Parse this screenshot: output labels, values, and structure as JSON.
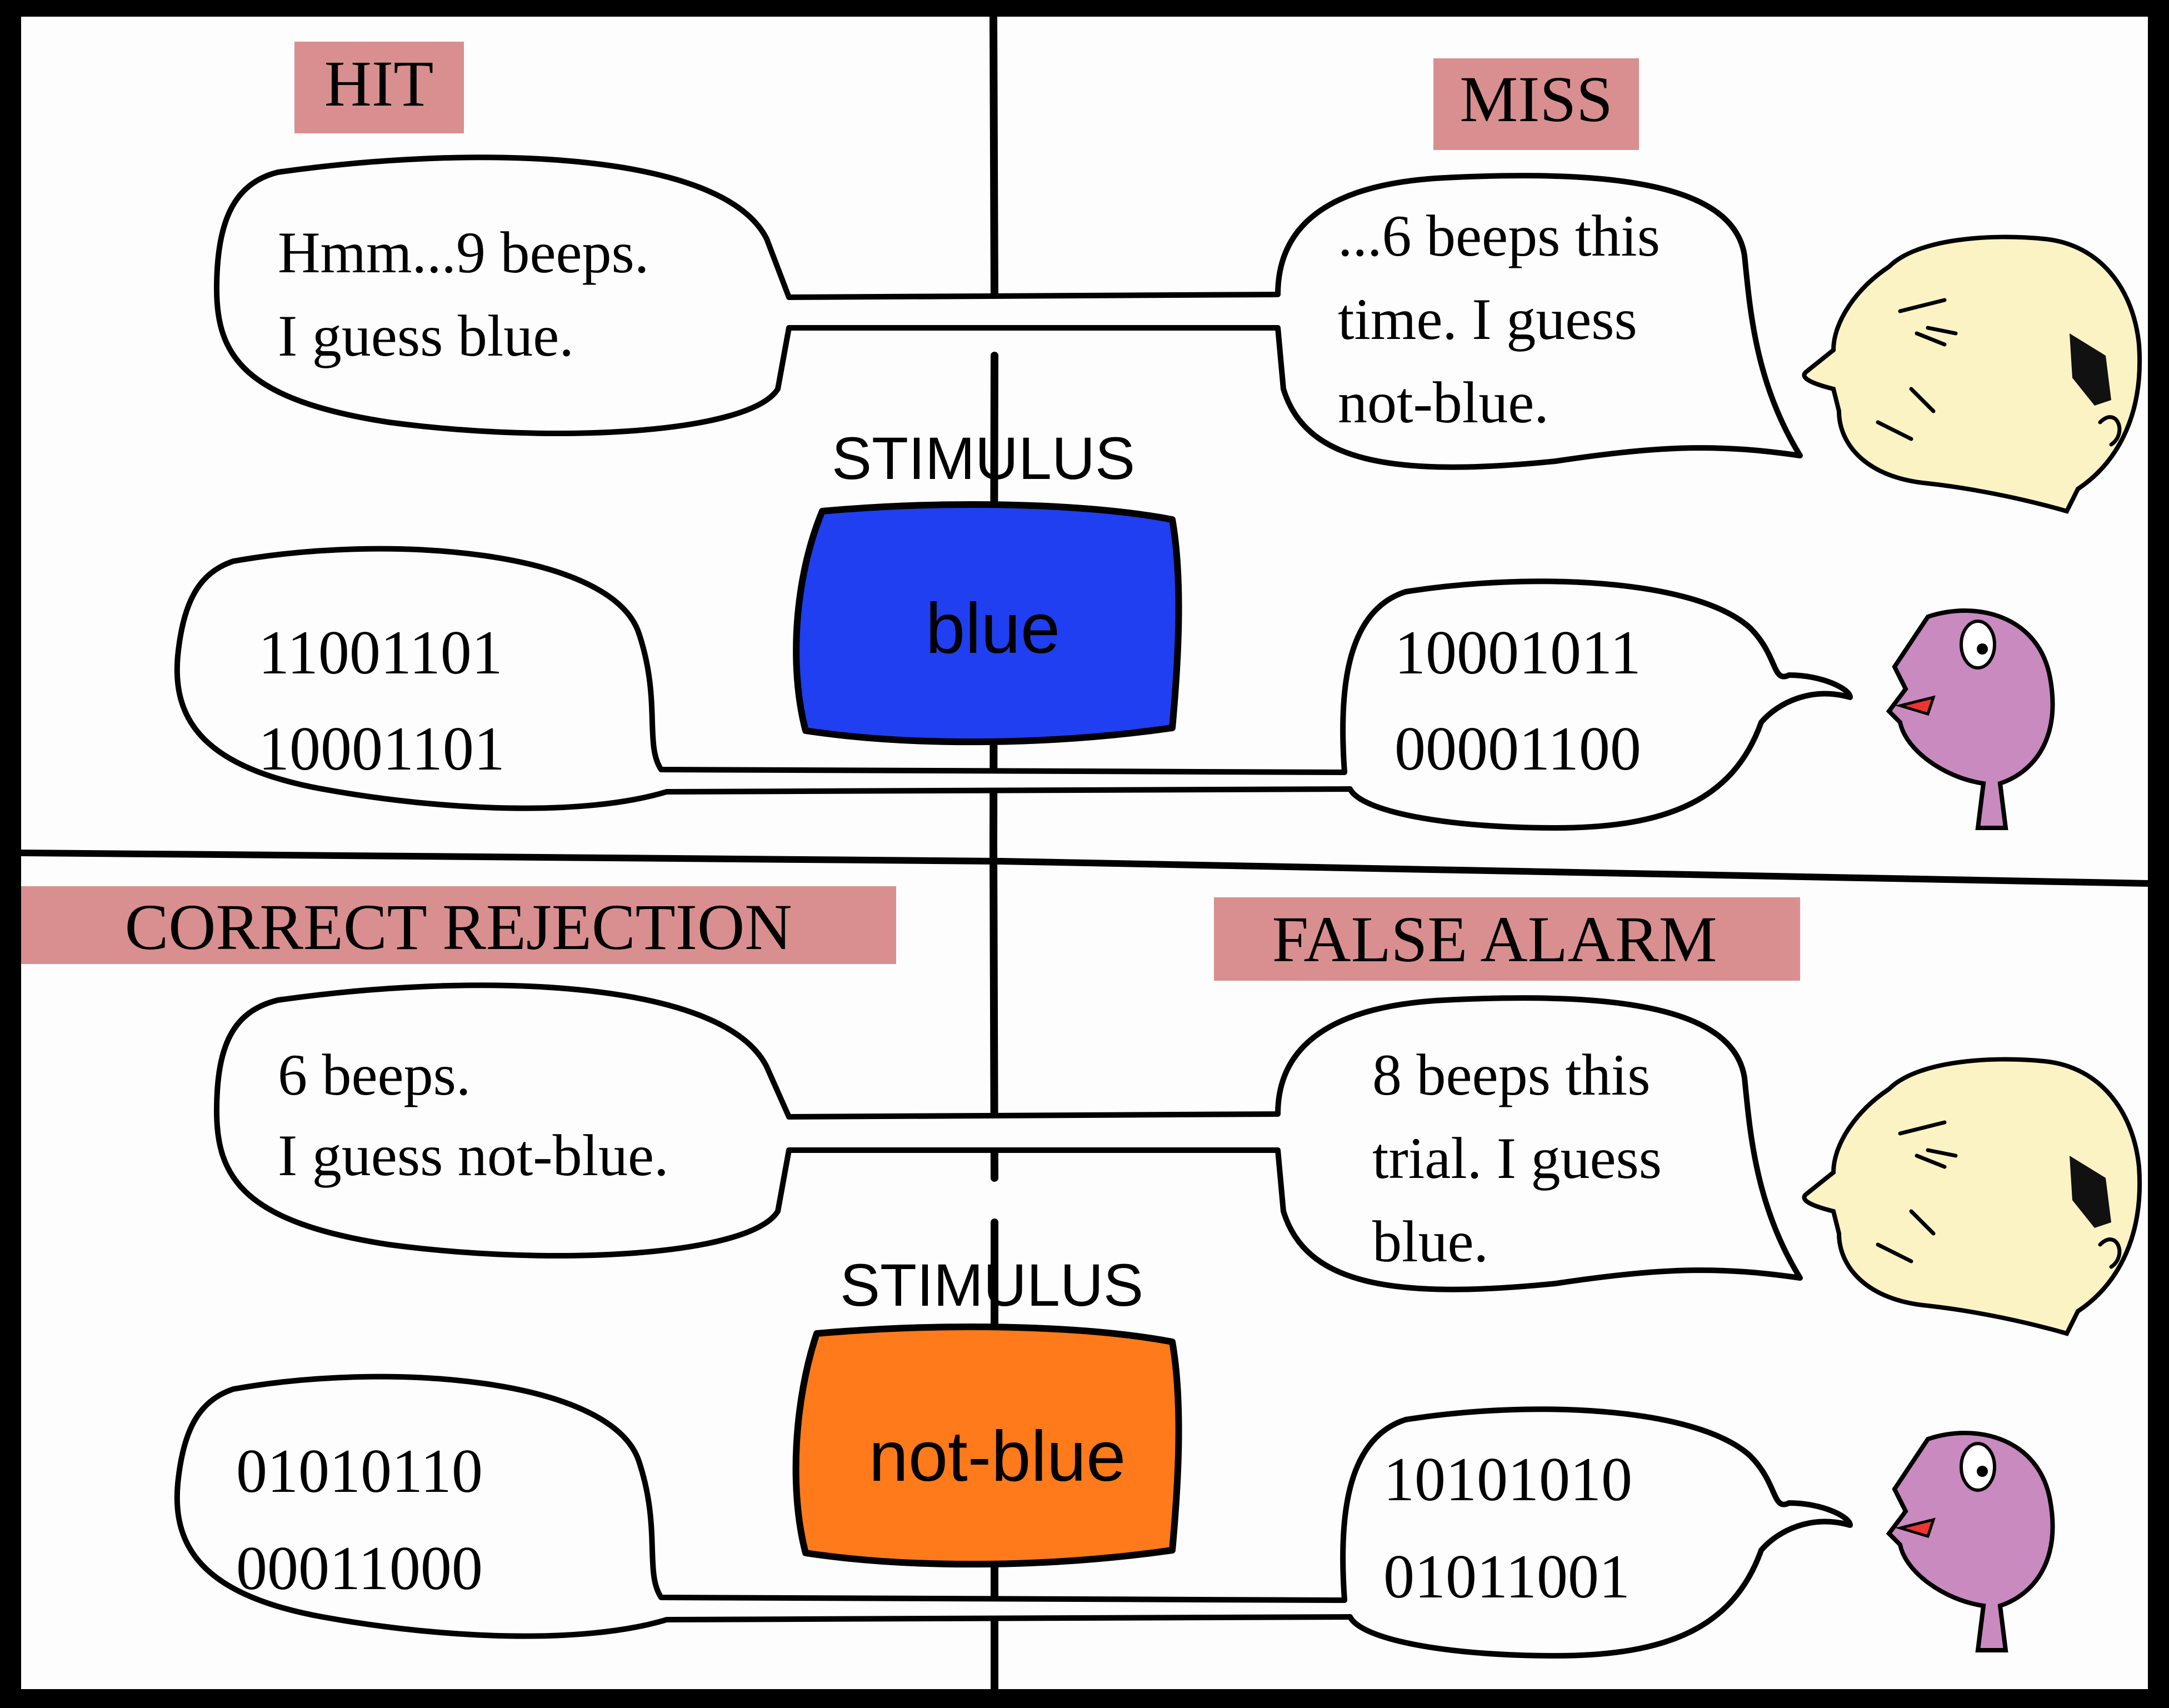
{
  "colors": {
    "label_bg": "#d98f8f",
    "blue_box": "#1f3ff0",
    "orange_box": "#ff7a1a",
    "human_skin": "#fbf3c4",
    "creature": "#c98ac0",
    "panel_bg": "#fdfdfd"
  },
  "quadrants": {
    "hit": {
      "label": "HIT",
      "lines": [
        "Hmm...9 beeps.",
        "I guess blue."
      ]
    },
    "miss": {
      "label": "MISS",
      "lines": [
        "...6 beeps this",
        "time. I guess",
        "not-blue."
      ]
    },
    "correct_rejection": {
      "label": "CORRECT REJECTION",
      "lines": [
        "6 beeps.",
        "I guess not-blue."
      ]
    },
    "false_alarm": {
      "label": "FALSE ALARM",
      "lines": [
        "8 beeps this",
        "trial. I guess",
        "blue."
      ]
    }
  },
  "top_panel": {
    "stimulus_title": "STIMULUS",
    "stimulus_value": "blue",
    "left_code": [
      "11001101",
      "10001101"
    ],
    "right_code": [
      "10001011",
      "00001100"
    ]
  },
  "bottom_panel": {
    "stimulus_title": "STIMULUS",
    "stimulus_value": "not-blue",
    "left_code": [
      "01010110",
      "00011000"
    ],
    "right_code": [
      "10101010",
      "01011001"
    ]
  },
  "icons": [
    "human-observer-icon",
    "alien-creature-icon"
  ]
}
